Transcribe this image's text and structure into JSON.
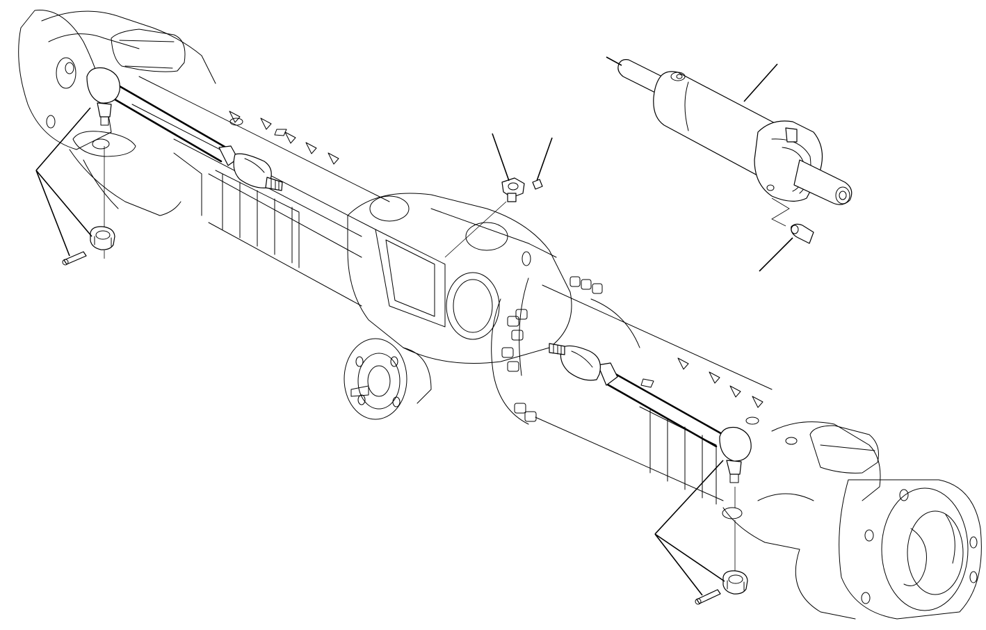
{
  "diagram": {
    "components": [
      {
        "name": "axle-housing",
        "icon": "axle-housing-drawing"
      },
      {
        "name": "left-tie-rod",
        "icon": "tie-rod-drawing"
      },
      {
        "name": "right-tie-rod",
        "icon": "tie-rod-drawing"
      },
      {
        "name": "steering-cylinder",
        "icon": "hydraulic-cylinder-drawing"
      },
      {
        "name": "center-bracket-bolt",
        "icon": "bolt-drawing"
      },
      {
        "name": "cylinder-mount-bolt",
        "icon": "bolt-drawing"
      },
      {
        "name": "castle-nut",
        "icon": "nut-drawing"
      },
      {
        "name": "cotter-pin",
        "icon": "cotter-pin-drawing"
      }
    ],
    "line_color": "#000000",
    "background_color": "#ffffff"
  }
}
